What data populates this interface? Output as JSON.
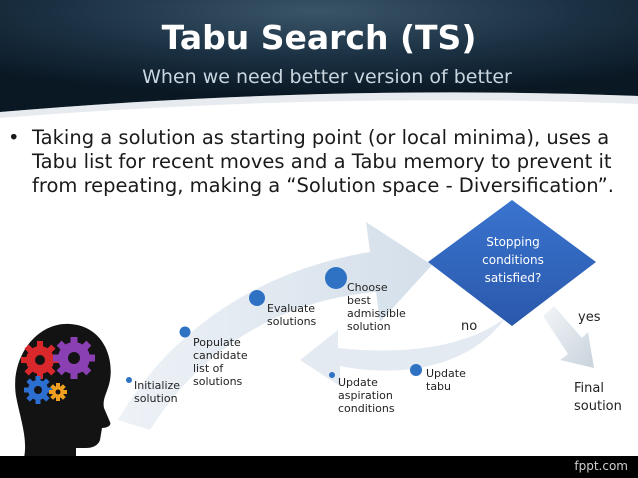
{
  "slide": {
    "title": "Tabu Search (TS)",
    "subtitle": "When we need better version of better",
    "bullet_marker": "•",
    "bullet_text": "Taking a solution as starting point (or local minima), uses a Tabu list for recent moves and a Tabu memory to prevent it from repeating, making a “Solution space - Diversification”."
  },
  "diagram": {
    "steps": [
      "Initialize\nsolution",
      "Populate\ncandidate\nlist of\nsolutions",
      "Evaluate\nsolutions",
      "Choose\nbest\nadmissible\nsolution",
      "Update\ntabu",
      "Update\naspiration\nconditions"
    ],
    "decision": "Stopping\nconditions\nsatisfied?",
    "no_label": "no",
    "yes_label": "yes",
    "final_label": "Final\nsoution"
  },
  "footer": {
    "brand": "fppt.com"
  },
  "colors": {
    "header_dark": "#0c1e2b",
    "diamond": "#2f65bf",
    "arrow": "#dde6ef",
    "dot": "#2f72c4"
  },
  "icons": [
    "head-gears-icon"
  ]
}
